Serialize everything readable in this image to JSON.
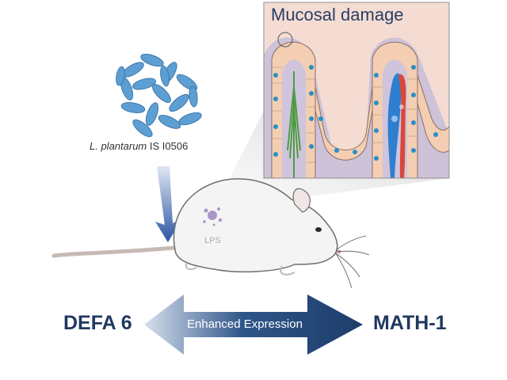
{
  "inset": {
    "title": "Mucosal damage",
    "colors": {
      "background": "#f5dcd2",
      "lumen": "#c9bfd8",
      "cell": "#f3ceb3",
      "goblet": "#2a8fc4",
      "vessel_blue": "#2f7fd1",
      "vessel_red": "#d8483a",
      "nerve": "#4f9b43"
    }
  },
  "bacteria": {
    "species": "L. plantarum",
    "strain": "IS I0506",
    "color": "#5d9fd3"
  },
  "mouse": {
    "lps_label": "LPS",
    "lps_color": "#a996c8"
  },
  "outcome": {
    "left_gene": "DEFA 6",
    "right_gene": "MATH-1",
    "arrow_label": "Enhanced Expression",
    "arrow_color": "#2b4f80"
  }
}
